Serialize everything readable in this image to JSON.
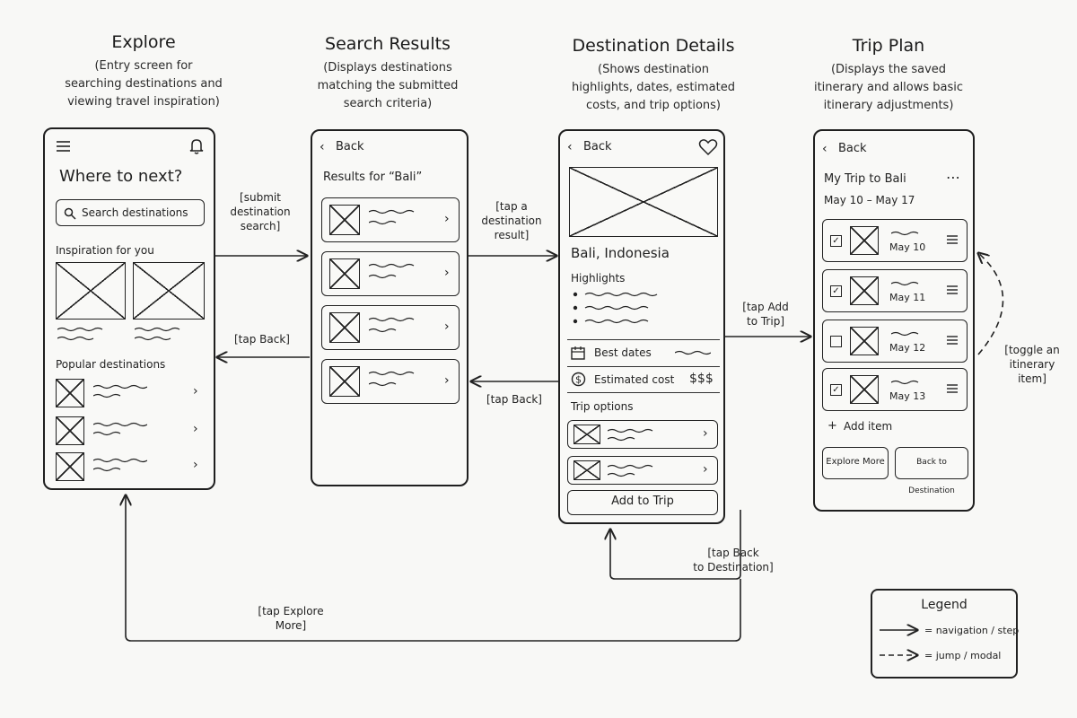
{
  "screens": {
    "explore": {
      "title": "Explore",
      "desc": [
        "(Entry screen for",
        "searching destinations and",
        "viewing travel inspiration)"
      ],
      "heading": "Where to next?",
      "search_placeholder": "Search destinations",
      "inspiration_label": "Inspiration for you",
      "popular_label": "Popular destinations"
    },
    "results": {
      "title": "Search Results",
      "desc": [
        "(Displays destinations",
        "matching the submitted",
        "search criteria)"
      ],
      "back": "Back",
      "results_label": "Results for “Bali”"
    },
    "details": {
      "title": "Destination Details",
      "desc": [
        "(Shows destination",
        "highlights, dates, estimated",
        "costs, and trip options)"
      ],
      "back": "Back",
      "place": "Bali, Indonesia",
      "highlights": "Highlights",
      "best_dates": "Best dates",
      "estimated_cost": "Estimated cost",
      "cost_value": "$$$",
      "trip_options": "Trip options",
      "add_to_trip": "Add to Trip"
    },
    "plan": {
      "title": "Trip Plan",
      "desc": [
        "(Displays the saved",
        "itinerary and allows basic",
        "itinerary adjustments)"
      ],
      "back": "Back",
      "trip_name": "My Trip to Bali",
      "trip_dates": "May 10 – May 17",
      "items": [
        {
          "date": "May 10",
          "checked": true
        },
        {
          "date": "May 11",
          "checked": true
        },
        {
          "date": "May 12",
          "checked": false
        },
        {
          "date": "May 13",
          "checked": true
        }
      ],
      "add_item": "Add item",
      "explore_more": "Explore More",
      "back_to_destination": "Back to Destination"
    }
  },
  "transitions": {
    "submit_search": [
      "[submit",
      "destination",
      "search]"
    ],
    "tap_back_1": [
      "[tap Back]"
    ],
    "tap_result": [
      "[tap a",
      "destination",
      "result]"
    ],
    "tap_back_2": [
      "[tap Back]"
    ],
    "tap_add": [
      "[tap Add",
      "to Trip]"
    ],
    "toggle_item": [
      "[toggle an",
      "itinerary",
      "item]"
    ],
    "back_to_dest": [
      "[tap Back",
      "to Destination]"
    ],
    "explore_more": [
      "[tap Explore",
      "More]"
    ]
  },
  "legend": {
    "title": "Legend",
    "solid": "= navigation / step",
    "dashed": "= jump / modal"
  }
}
